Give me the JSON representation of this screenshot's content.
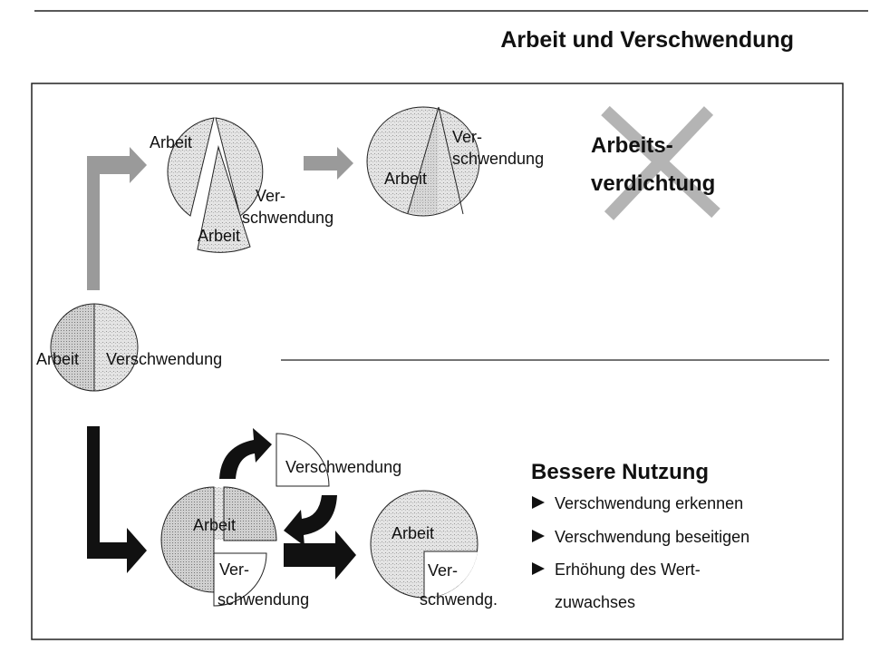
{
  "title": "Arbeit und Verschwendung",
  "start": {
    "arbeit": "Arbeit",
    "verschwendung": "Verschwendung"
  },
  "top": {
    "pie1": {
      "arbeit_big": "Arbeit",
      "arbeit_small": "Arbeit",
      "ver1": "Ver-",
      "ver2": "schwendung"
    },
    "pie2": {
      "arbeit": "Arbeit",
      "ver1": "Ver-",
      "ver2": "schwendung"
    },
    "result1": "Arbeits-",
    "result2": "verdichtung"
  },
  "bottom": {
    "pie1": {
      "arbeit": "Arbeit",
      "ver1": "Ver-",
      "ver2": "schwendung"
    },
    "moved": "Verschwendung",
    "pie2": {
      "arbeit": "Arbeit",
      "ver1": "Ver-",
      "ver2": "schwendg."
    },
    "heading": "Bessere Nutzung",
    "bullets": [
      "Verschwendung erkennen",
      "Verschwendung beseitigen",
      "Erhöhung des Wert-"
    ],
    "bullet_cont": "zuwachses"
  },
  "colors": {
    "shade": "#d8d8d8",
    "shade_dark": "#c4c4c4",
    "gray_arrow": "#9a9a9a",
    "black": "#111111"
  }
}
